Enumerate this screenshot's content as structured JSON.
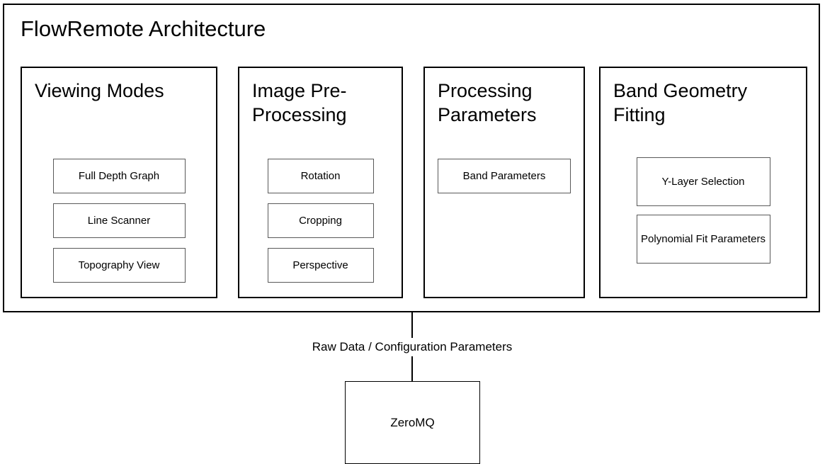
{
  "diagram": {
    "type": "block-diagram",
    "title": "FlowRemote Architecture",
    "groups": [
      {
        "id": "viewing-modes",
        "title": "Viewing Modes",
        "items": [
          {
            "label": "Full Depth Graph"
          },
          {
            "label": "Line Scanner"
          },
          {
            "label": "Topography View"
          }
        ]
      },
      {
        "id": "image-pre-processing",
        "title": "Image Pre-Processing",
        "items": [
          {
            "label": "Rotation"
          },
          {
            "label": "Cropping"
          },
          {
            "label": "Perspective"
          }
        ]
      },
      {
        "id": "processing-parameters",
        "title": "Processing Parameters",
        "items": [
          {
            "label": "Band Parameters"
          }
        ]
      },
      {
        "id": "band-geometry-fitting",
        "title": "Band Geometry Fitting",
        "items": [
          {
            "label": "Y-Layer Selection"
          },
          {
            "label": "Polynomial Fit Parameters"
          }
        ]
      }
    ],
    "connector_label": "Raw Data / Configuration Parameters",
    "endpoint": {
      "label": "ZeroMQ"
    },
    "colors": {
      "background": "#ffffff",
      "stroke": "#000000",
      "item_stroke": "#595959",
      "text": "#000000"
    }
  }
}
